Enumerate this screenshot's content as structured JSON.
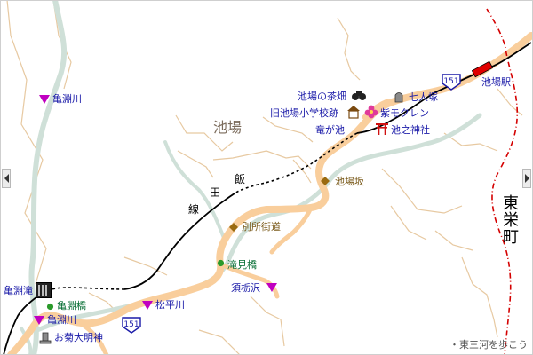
{
  "map": {
    "district": "池場",
    "town": "東栄町",
    "rail_line": {
      "chars": [
        "飯",
        "田",
        "線"
      ]
    },
    "route_number": "151",
    "credit": "・東三河を歩こう",
    "colors": {
      "road": "#f9ce9c",
      "river": "#cfe0d8",
      "contour": "#e7c9a1",
      "railway": "#000000",
      "tunnel": "#000000",
      "boundary": "#d40000",
      "station": "#e00000",
      "label_blue": "#1a1aa8",
      "label_brown": "#7a5a1a",
      "label_green": "#006b2f",
      "waterfall_marker": "#c000c0",
      "pass_marker": "#9a6a10",
      "bridge_marker": "#2a9a2a"
    },
    "labels": {
      "ikeba_station": "池場駅",
      "chaya": "池場の茶畑",
      "school": "旧池場小学校跡",
      "shichinin": "七人塚",
      "shimokuren": "紫モクレン",
      "ryugaike": "竜が池",
      "ikenouchi": "池之神社",
      "ikebazaka": "池場坂",
      "bessho": "別所街道",
      "takimibashi": "滝見橋",
      "suginosawa": "須栃沢",
      "matsudaira": "松平川",
      "kamebuchigawa_top": "亀淵川",
      "kamebuchigawa_bottom": "亀淵川",
      "kamebuchidaki": "亀淵滝",
      "kamebuchibashi": "亀淵橋",
      "okiku": "お菊大明神"
    },
    "icons": {
      "station": "station-icon",
      "tea": "binoculars-icon",
      "school": "school-icon",
      "mound": "stone-monument-icon",
      "flower": "flower-icon",
      "shrine": "torii-icon",
      "waterfall": "waterfall-icon",
      "grave": "grave-icon",
      "route_shield": "route-shield-icon"
    }
  }
}
